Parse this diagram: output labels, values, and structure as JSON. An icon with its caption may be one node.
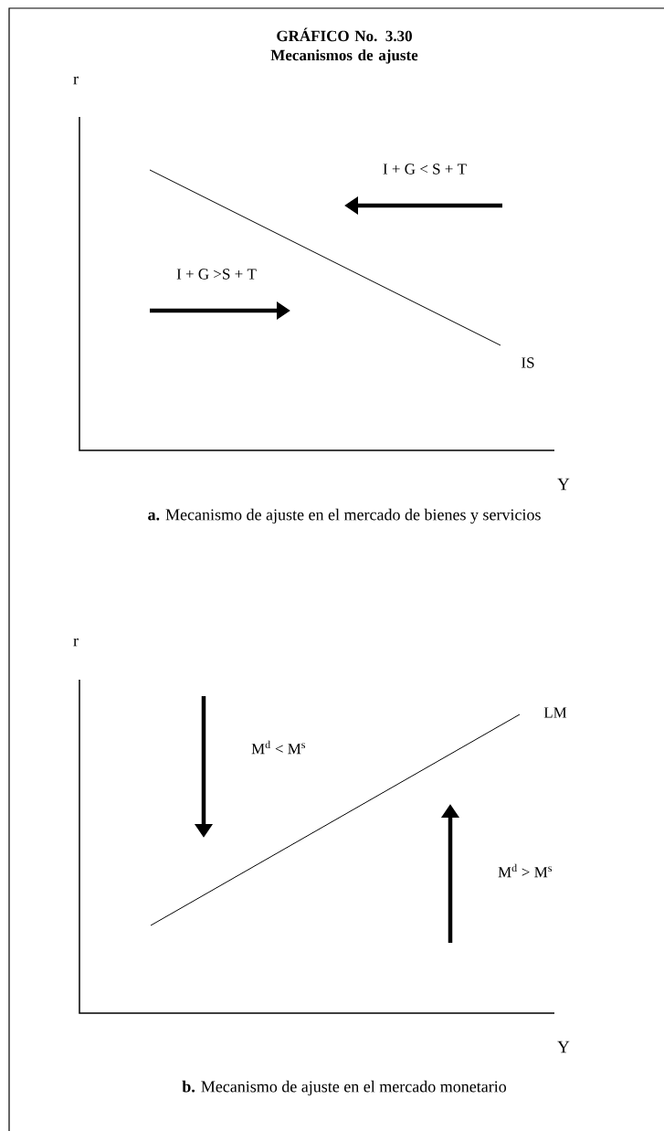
{
  "diagram": {
    "title": "GRÁFICO No. 3.30 Mecanismos de ajuste",
    "labels": [
      "r",
      "I + G < S + T",
      "I + G >S + T",
      "IS",
      "Y",
      "**a.** Mecanismo de ajuste en el mercado de bienes y servicios",
      "r",
      "M$^{d}$ < M$^{s}$",
      "LM",
      "M$^{d}$ > M$^{s}$",
      "Y",
      "**b.** Mecanismo de ajuste en el mercado monetario"
    ]
  }
}
